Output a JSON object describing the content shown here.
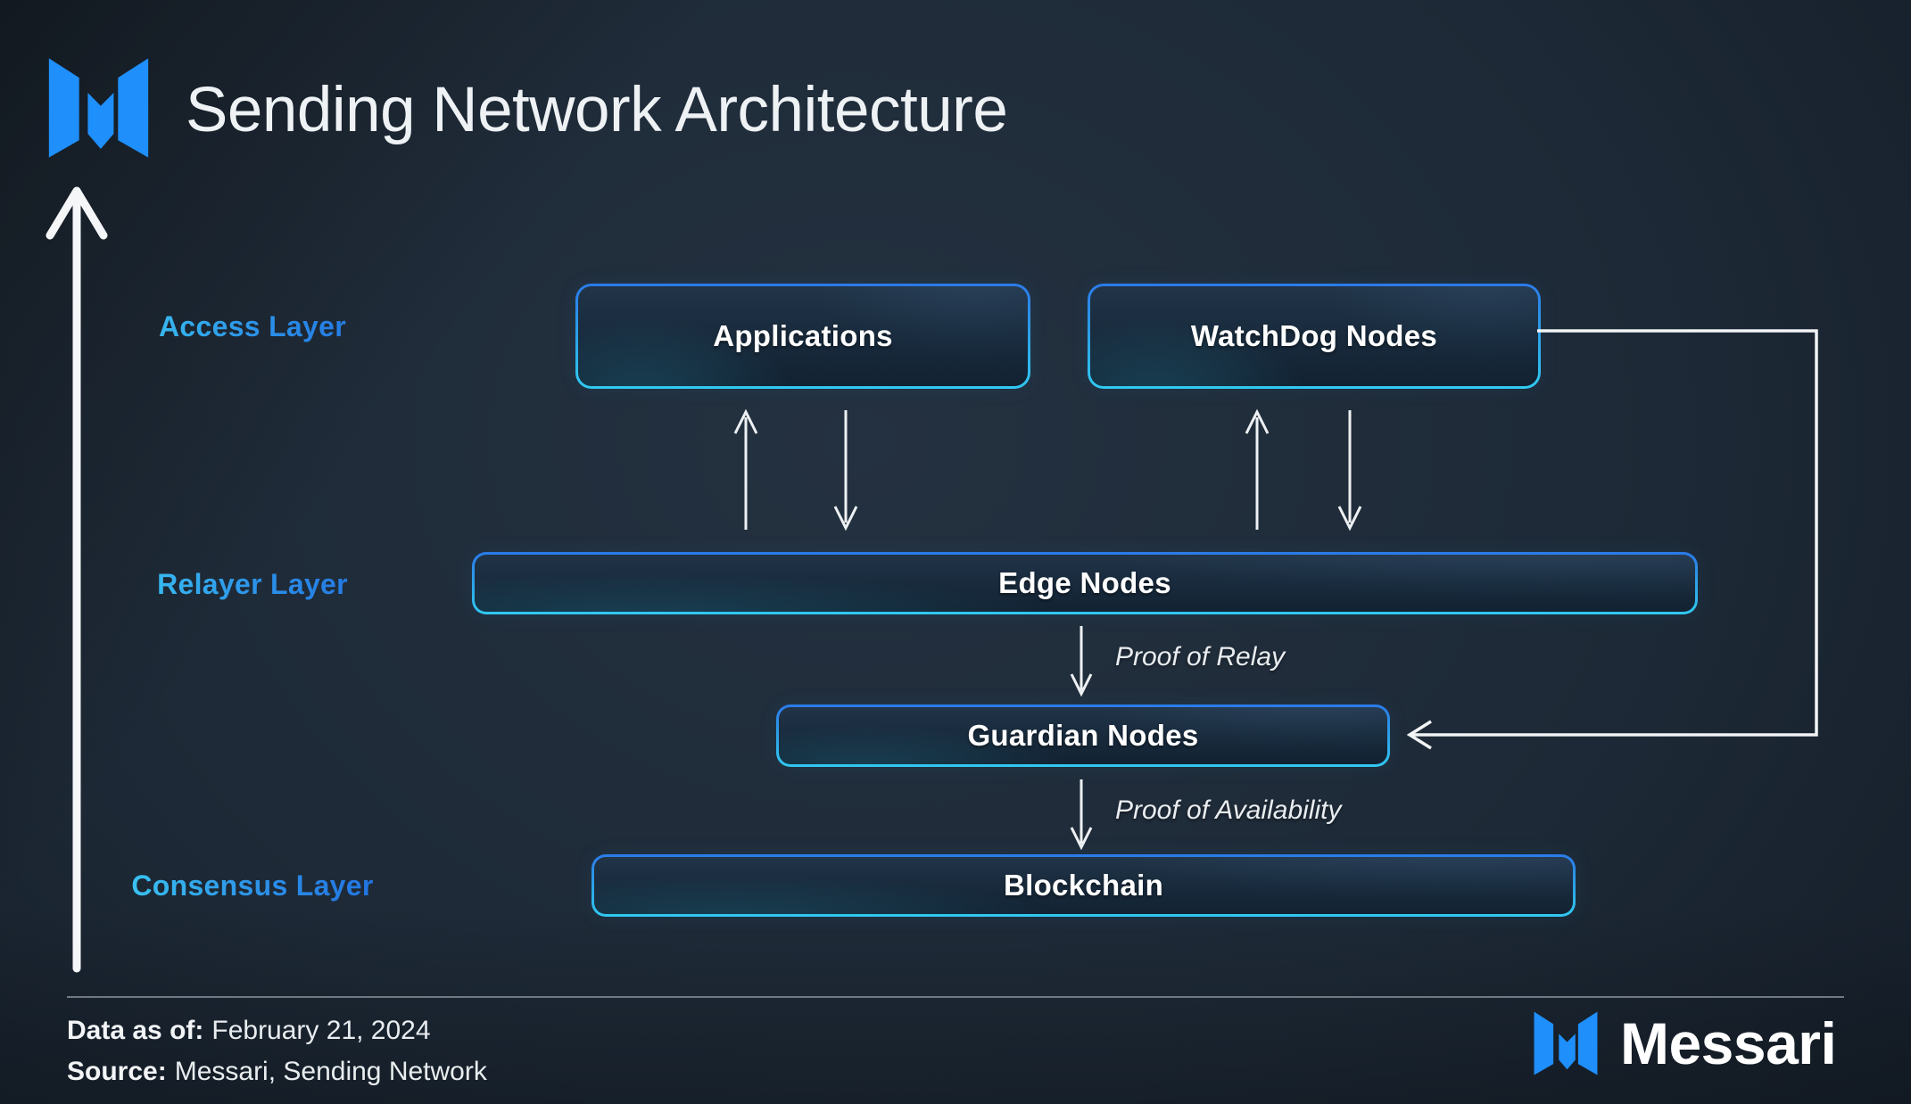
{
  "header": {
    "title": "Sending Network Architecture"
  },
  "diagram": {
    "layers": {
      "access": "Access Layer",
      "relayer": "Relayer Layer",
      "consensus": "Consensus Layer"
    },
    "nodes": {
      "applications": "Applications",
      "watchdog": "WatchDog Nodes",
      "edge": "Edge Nodes",
      "guardian": "Guardian Nodes",
      "blockchain": "Blockchain"
    },
    "flow_labels": {
      "proof_of_relay": "Proof of Relay",
      "proof_of_availability": "Proof of Availability"
    }
  },
  "footer": {
    "data_as_of_label": "Data as of:",
    "data_as_of_value": "February 21, 2024",
    "source_label": "Source:",
    "source_value": "Messari, Sending Network",
    "brand_wordmark": "Messari"
  },
  "icons": {
    "top_left_logo": "messari-mark-icon",
    "bottom_right_logo": "messari-mark-icon",
    "axis_arrow": "up-arrow-icon"
  },
  "colors": {
    "logo_blue": "#1e8ffb",
    "label_gradient_start": "#3cc9f2",
    "label_gradient_end": "#2070e0",
    "box_border_top": "#2b7ae9",
    "box_border_bottom": "#31c9f1",
    "box_fill_top": "#213448",
    "box_fill_bottom": "#122232",
    "background_center": "#243140",
    "background_edge": "#111820",
    "arrow_white": "#f2f4f6"
  }
}
